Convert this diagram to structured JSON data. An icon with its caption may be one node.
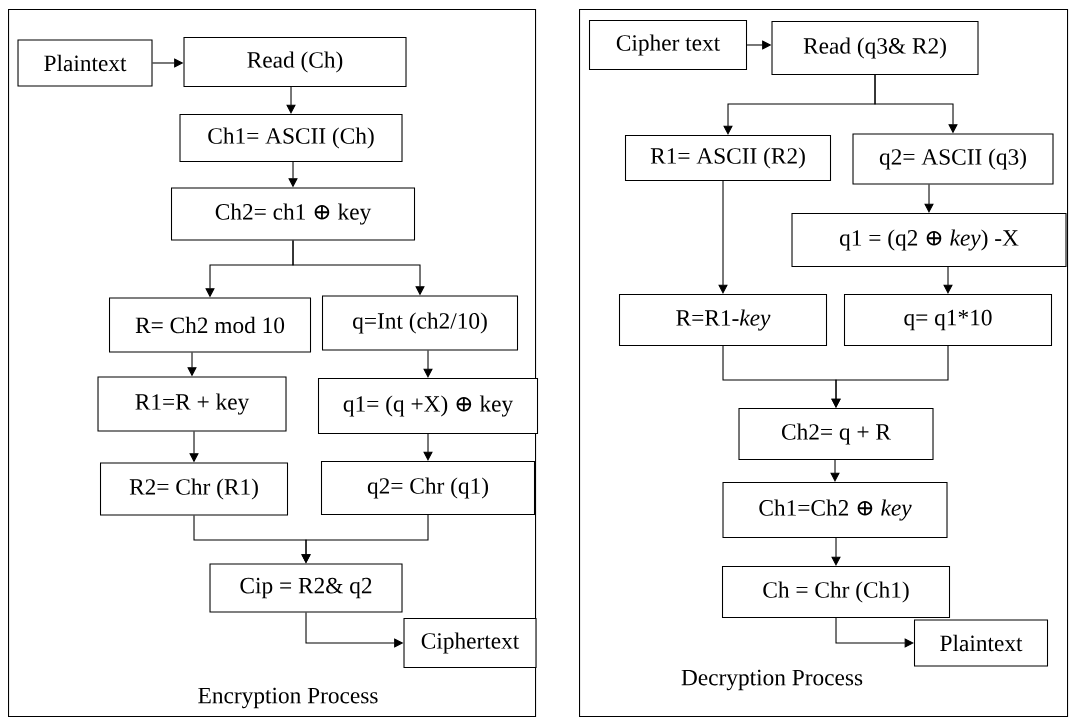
{
  "diagram": {
    "nodes": [
      {
        "text": [
          "Encryption Process"
        ]
      },
      {
        "text": [
          "Plaintext"
        ],
        "in": 0
      },
      {
        "text": [
          "Read (Ch)"
        ],
        "in": 0
      },
      {
        "text": [
          "Ch1= ASCII (Ch)"
        ],
        "in": 0
      },
      {
        "text": [
          "Ch2= ch1 ⊕ key"
        ],
        "in": 0
      },
      {
        "text": [
          "R= Ch2 mod 10"
        ],
        "in": 0
      },
      {
        "text": [
          "q=Int (ch2/10)"
        ],
        "in": 0
      },
      {
        "text": [
          "R1=R + key"
        ],
        "in": 0
      },
      {
        "text": [
          "q1= (q +X) ⊕ key"
        ],
        "in": 0
      },
      {
        "text": [
          "R2= Chr (R1)"
        ],
        "in": 0
      },
      {
        "text": [
          "q2= Chr (q1)"
        ],
        "in": 0
      },
      {
        "text": [
          "Cip = R2& q2"
        ],
        "in": 0
      },
      {
        "text": [
          "Ciphertext"
        ],
        "in": 0
      },
      {
        "text": [
          "Decryption Process"
        ]
      },
      {
        "text": [
          "Cipher text"
        ],
        "in": 13
      },
      {
        "text": [
          "Read (q3& R2)"
        ],
        "in": 13
      },
      {
        "text": [
          "R1= ASCII (R2)"
        ],
        "in": 13
      },
      {
        "text": [
          "q2= ASCII (q3)"
        ],
        "in": 13
      },
      {
        "text": [
          "q1 = (q2 ⊕ *key*) -X"
        ],
        "in": 13
      },
      {
        "text": [
          "R=R1-*key*"
        ],
        "in": 13
      },
      {
        "text": [
          "q= q1*10"
        ],
        "in": 13
      },
      {
        "text": [
          "Ch2= q + R"
        ],
        "in": 13
      },
      {
        "text": [
          "Ch1=Ch2 ⊕ *key*"
        ],
        "in": 13
      },
      {
        "text": [
          "Ch = Chr (Ch1)"
        ],
        "in": 13
      },
      {
        "text": [
          "Plaintext"
        ],
        "in": 13
      }
    ],
    "edges": [
      {
        "from": 1,
        "to": 2,
        "arrow": "to"
      },
      {
        "from": 2,
        "to": 3,
        "arrow": "to"
      },
      {
        "from": 3,
        "to": 4,
        "arrow": "to"
      },
      {
        "from": 4,
        "to": 5,
        "arrow": "to"
      },
      {
        "from": 4,
        "to": 6,
        "arrow": "to"
      },
      {
        "from": 5,
        "to": 7,
        "arrow": "to"
      },
      {
        "from": 6,
        "to": 8,
        "arrow": "to"
      },
      {
        "from": 7,
        "to": 9,
        "arrow": "to"
      },
      {
        "from": 8,
        "to": 10,
        "arrow": "to"
      },
      {
        "from": 9,
        "to": 11,
        "arrow": "to"
      },
      {
        "from": 10,
        "to": 11,
        "arrow": "to"
      },
      {
        "from": 11,
        "to": 12,
        "arrow": "to"
      },
      {
        "from": 14,
        "to": 15,
        "arrow": "to"
      },
      {
        "from": 15,
        "to": 16,
        "arrow": "to"
      },
      {
        "from": 15,
        "to": 17,
        "arrow": "to"
      },
      {
        "from": 17,
        "to": 18,
        "arrow": "to"
      },
      {
        "from": 16,
        "to": 19,
        "arrow": "to"
      },
      {
        "from": 18,
        "to": 20,
        "arrow": "to"
      },
      {
        "from": 19,
        "to": 21,
        "arrow": "to"
      },
      {
        "from": 20,
        "to": 21,
        "arrow": "to"
      },
      {
        "from": 21,
        "to": 22,
        "arrow": "to"
      },
      {
        "from": 22,
        "to": 23,
        "arrow": "to"
      },
      {
        "from": 23,
        "to": 24,
        "arrow": "to"
      }
    ]
  }
}
